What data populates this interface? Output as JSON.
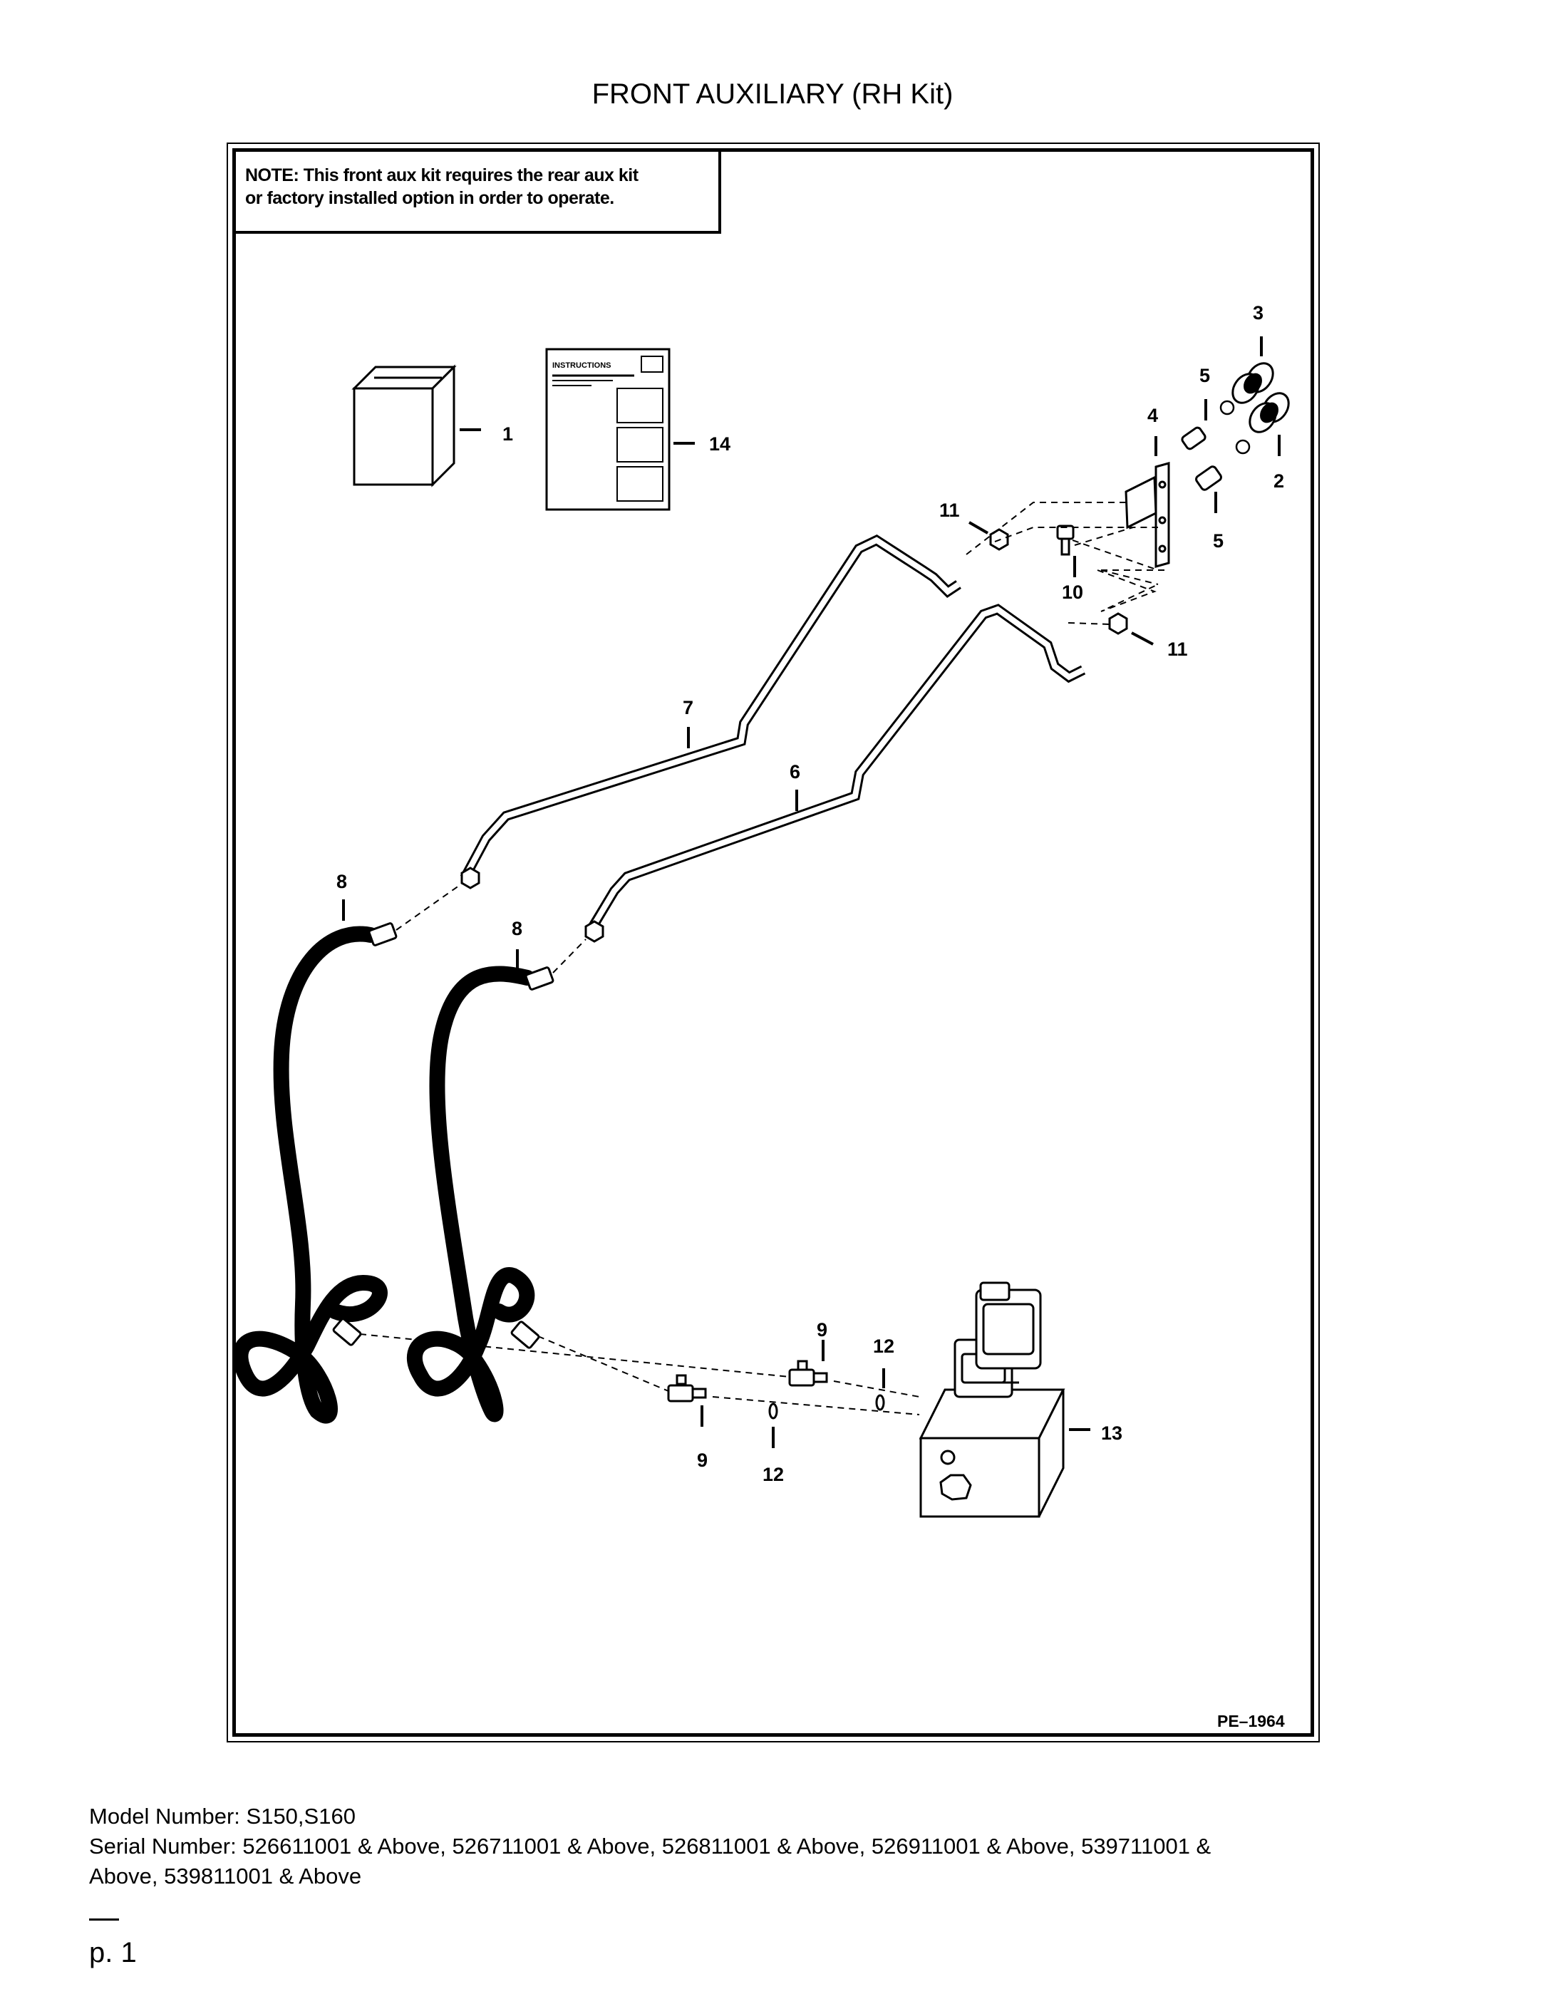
{
  "title": "FRONT AUXILIARY (RH Kit)",
  "note": {
    "lead": "NOTE:",
    "line1": "This front aux kit requires the rear aux kit",
    "line2": "or factory installed option in order to operate."
  },
  "instructions_label": "INSTRUCTIONS",
  "callouts": {
    "c1": "1",
    "c2": "2",
    "c3": "3",
    "c4": "4",
    "c5a": "5",
    "c5b": "5",
    "c6": "6",
    "c7": "7",
    "c8a": "8",
    "c8b": "8",
    "c9a": "9",
    "c9b": "9",
    "c10": "10",
    "c11a": "11",
    "c11b": "11",
    "c12a": "12",
    "c12b": "12",
    "c13": "13",
    "c14": "14"
  },
  "diagram_code": "PE–1964",
  "footer": {
    "model": "Model Number: S150,S160",
    "serial_line1": "Serial Number: 526611001 & Above, 526711001 & Above, 526811001 & Above, 526911001 & Above, 539711001 &",
    "serial_line2": "Above, 539811001 & Above"
  },
  "page_number": "p. 1"
}
